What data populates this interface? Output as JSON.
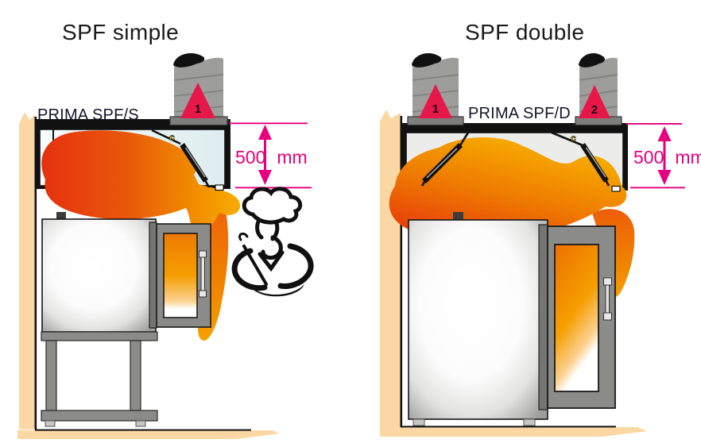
{
  "diagram": {
    "panels": [
      {
        "title": "SPF simple",
        "hood_label": "PRIMA SPF/S",
        "dimension": {
          "value": "500",
          "unit": "mm"
        },
        "outlet_numbers": [
          "1"
        ]
      },
      {
        "title": "SPF double",
        "hood_label": "PRIMA SPF/D",
        "dimension": {
          "value": "500",
          "unit": "mm"
        },
        "outlet_numbers": [
          "1",
          "2"
        ]
      }
    ],
    "icons": {
      "hinge_marker": "c",
      "outlet_marker": "triangle"
    },
    "colors": {
      "accent_magenta": "#e6007e",
      "marker_red": "#e8174a",
      "wall_beige": "#fbd7a4",
      "duct_gray": "#9d9d9c",
      "flame_red": "#e5310e",
      "flame_orange": "#f7ad00",
      "hood_black": "#111111"
    }
  }
}
